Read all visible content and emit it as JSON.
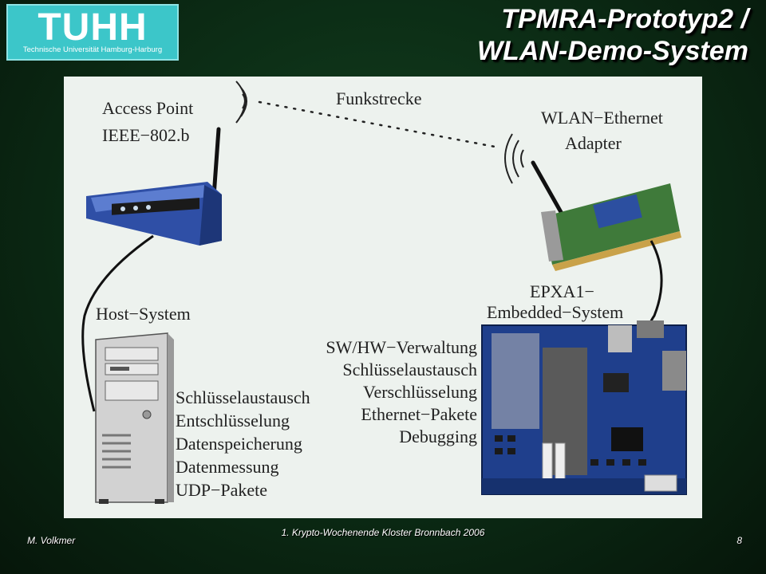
{
  "logo": {
    "main": "TUHH",
    "sub": "Technische Universität Hamburg-Harburg"
  },
  "title": {
    "line1": "TPMRA-Prototyp2 /",
    "line2": "WLAN-Demo-System"
  },
  "diagram": {
    "link_label": "Funkstrecke",
    "access_point": {
      "line1": "Access Point",
      "line2": "IEEE−802.b"
    },
    "adapter": {
      "line1": "WLAN−Ethernet",
      "line2": "Adapter"
    },
    "host": {
      "title": "Host−System",
      "tasks": [
        "Schlüsselaustausch",
        "Entschlüsselung",
        "Datenspeicherung",
        "Datenmessung",
        "UDP−Pakete"
      ]
    },
    "embedded": {
      "line1": "EPXA1−",
      "line2": "Embedded−System",
      "tasks": [
        "SW/HW−Verwaltung",
        "Schlüsselaustausch",
        "Verschlüsselung",
        "Ethernet−Pakete",
        "Debugging"
      ]
    }
  },
  "footer": {
    "event": "1. Krypto-Wochenende Kloster Bronnbach 2006",
    "author": "M. Volkmer",
    "page": "8"
  }
}
